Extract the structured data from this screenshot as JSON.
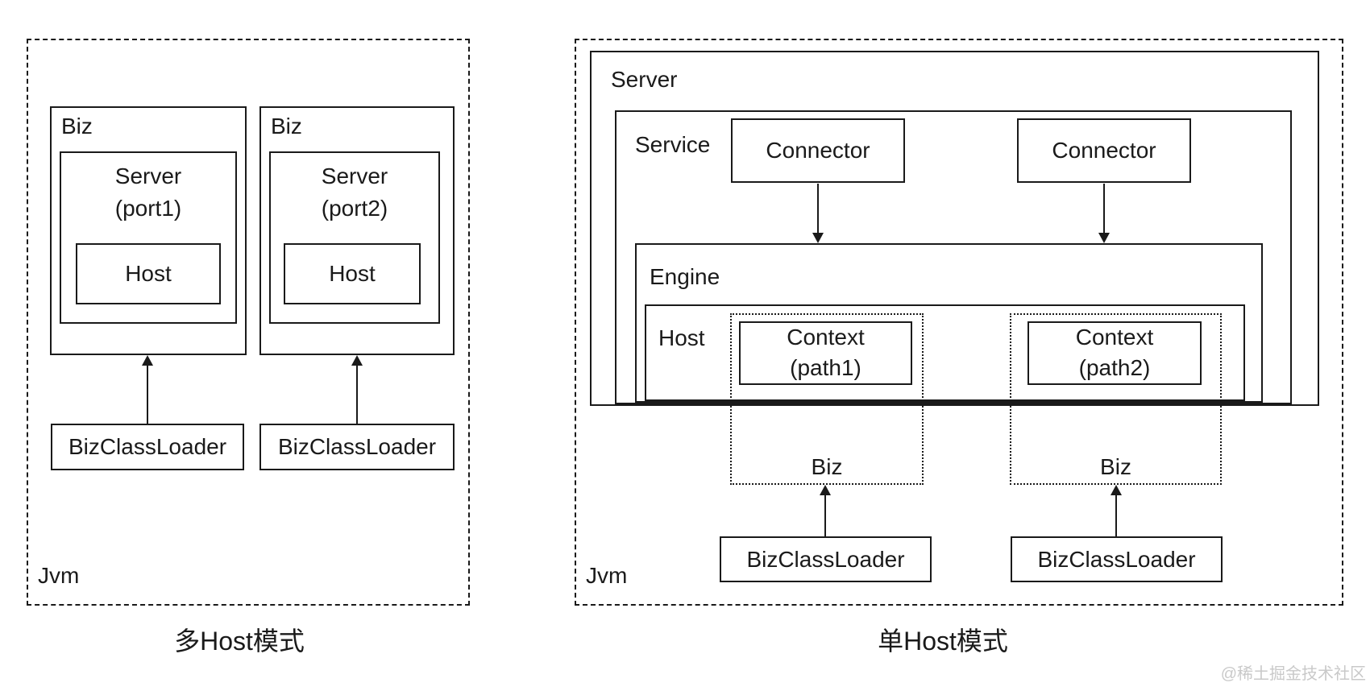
{
  "colors": {
    "ink": "#1a1a1a",
    "background": "#ffffff",
    "watermark": "#c9c9c9"
  },
  "left_diagram": {
    "caption": "多Host模式",
    "jvm_label": "Jvm",
    "units": [
      {
        "biz_label": "Biz",
        "server_line1": "Server",
        "server_line2": "(port1)",
        "host_label": "Host",
        "classloader": "BizClassLoader"
      },
      {
        "biz_label": "Biz",
        "server_line1": "Server",
        "server_line2": "(port2)",
        "host_label": "Host",
        "classloader": "BizClassLoader"
      }
    ]
  },
  "right_diagram": {
    "caption": "单Host模式",
    "jvm_label": "Jvm",
    "server_label": "Server",
    "service_label": "Service",
    "engine_label": "Engine",
    "host_label": "Host",
    "connectors": [
      {
        "label": "Connector"
      },
      {
        "label": "Connector"
      }
    ],
    "units": [
      {
        "context_line1": "Context",
        "context_line2": "(path1)",
        "biz_label": "Biz",
        "classloader": "BizClassLoader"
      },
      {
        "context_line1": "Context",
        "context_line2": "(path2)",
        "biz_label": "Biz",
        "classloader": "BizClassLoader"
      }
    ]
  },
  "watermark": "@稀土掘金技术社区"
}
